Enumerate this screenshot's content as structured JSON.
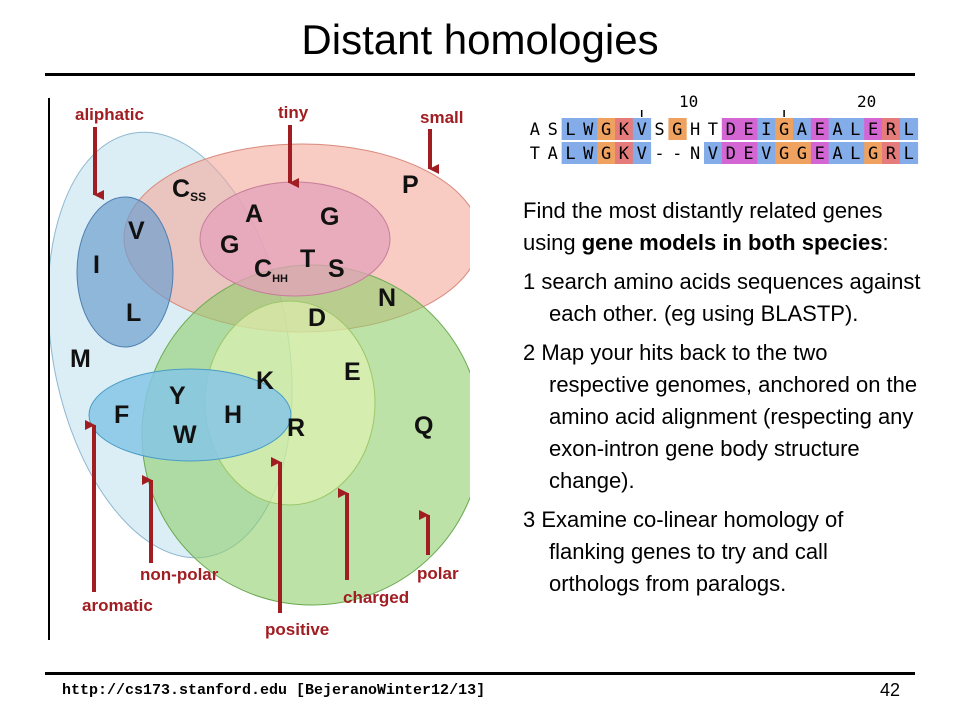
{
  "slide": {
    "title": "Distant homologies",
    "page_number": "42",
    "footer_url": "http://cs173.stanford.edu [BejeranoWinter12/13]"
  },
  "venn": {
    "group_labels": {
      "aliphatic": "aliphatic",
      "tiny": "tiny",
      "small": "small",
      "non_polar": "non-polar",
      "aromatic": "aromatic",
      "positive": "positive",
      "charged": "charged",
      "polar": "polar"
    },
    "amino_acids": {
      "C": "C",
      "ss": "SS",
      "HH": "HH",
      "P": "P",
      "V": "V",
      "I": "I",
      "L": "L",
      "A": "A",
      "G1": "G",
      "G2": "G",
      "T": "T",
      "S": "S",
      "N": "N",
      "D": "D",
      "M": "M",
      "K": "K",
      "E": "E",
      "Y": "Y",
      "F": "F",
      "H": "H",
      "W": "W",
      "R": "R",
      "Q": "Q"
    },
    "colors": {
      "aliphatic": "#6e9fce",
      "tiny": "#e4a2bb",
      "small": "#f4a99b",
      "hydrophobic": "#cfe8f3",
      "polar": "#8fcf6d",
      "charged": "#d4ec9c",
      "aromatic": "#86c6e5",
      "arrow": "#a01d22"
    }
  },
  "alignment": {
    "tick_10": "10",
    "tick_20": "20",
    "row1": [
      "A",
      "S",
      "L",
      "W",
      "G",
      "K",
      "V",
      "S",
      "G",
      "H",
      "T",
      "D",
      "E",
      "I",
      "G",
      "A",
      "E",
      "A",
      "L",
      "E",
      "R",
      "L"
    ],
    "row2": [
      "T",
      "A",
      "L",
      "W",
      "G",
      "K",
      "V",
      "-",
      "-",
      "N",
      "V",
      "D",
      "E",
      "V",
      "G",
      "G",
      "E",
      "A",
      "L",
      "G",
      "R",
      "L"
    ],
    "colors": {
      "hydrophobic": "#83ace8",
      "glycine": "#efa260",
      "acidic": "#d466d4",
      "basic": "#e57b7b",
      "polar": "#7dd27d",
      "none": "#ffffff"
    }
  },
  "text": {
    "intro_part1": "Find the most distantly related genes using ",
    "intro_bold": "gene models in both species",
    "intro_part2": ":",
    "point1": "1 search amino acids sequences against each other. (eg using BLASTP).",
    "point2": "2 Map your hits back to the two respective genomes, anchored on the amino acid alignment (respecting any exon-intron gene body structure change).",
    "point3": "3 Examine co-linear homology of flanking genes to try and call orthologs from paralogs."
  }
}
